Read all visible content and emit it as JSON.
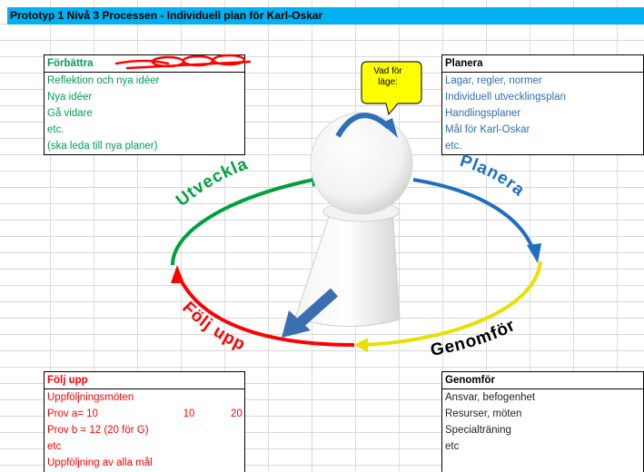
{
  "title": "Prototyp 1 Nivå 3 Processen - Individuell plan för Karl-Oskar",
  "boxes": {
    "forbattra": {
      "header": "Förbättra",
      "rows": [
        "Reflektion och nya idéer",
        "Nya idéer",
        "Gå vidare",
        "etc.",
        " (ska leda till nya planer)"
      ]
    },
    "planera": {
      "header": "Planera",
      "rows": [
        "Lagar, regler, normer",
        "Individuell utvecklingsplan",
        "Handlingsplaner",
        "Mål för Karl-Oskar",
        "etc."
      ]
    },
    "foljupp": {
      "header": "Följ upp",
      "rows": [
        [
          "Uppföljningsmöten",
          "",
          ""
        ],
        [
          "Prov a= 10",
          "10",
          "20"
        ],
        [
          "Prov b = 12   (20 för G)",
          "",
          ""
        ],
        [
          "etc",
          "",
          ""
        ],
        [
          "Uppföljning av alla mål",
          "",
          ""
        ]
      ]
    },
    "genomfor": {
      "header": "Genomför",
      "rows": [
        "Ansvar, befogenhet",
        "Resurser, möten",
        "Specialträning",
        "etc"
      ]
    }
  },
  "cycle": {
    "utveckla": "Utveckla",
    "planera": "Planera",
    "genomfor": "Genomför",
    "foljupp": "Följ upp",
    "colors": {
      "utveckla": "#00a040",
      "planera": "#1f6fc0",
      "genomfor": "#e8e000",
      "foljupp": "#ff0000"
    }
  },
  "callout": {
    "line1": "Vad för",
    "line2": "läge:"
  },
  "colors": {
    "title_bar": "#00b0f0",
    "callout_fill": "#ffff00"
  }
}
